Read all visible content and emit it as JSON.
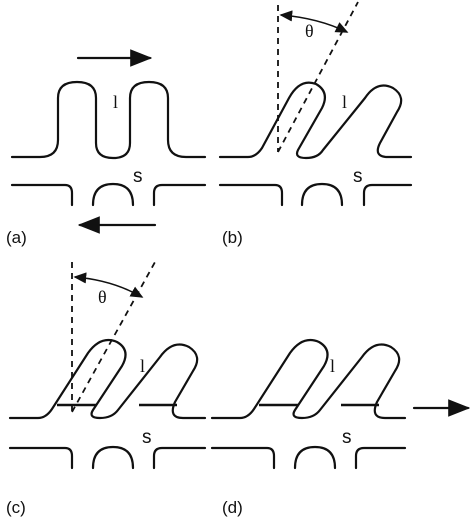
{
  "panels": {
    "a": {
      "caption": "(a)",
      "liquid": "l",
      "solid": "s"
    },
    "b": {
      "caption": "(b)",
      "liquid": "l",
      "solid": "s",
      "angle": "θ"
    },
    "c": {
      "caption": "(c)",
      "liquid": "l",
      "solid": "s",
      "angle": "θ"
    },
    "d": {
      "caption": "(d)",
      "liquid": "l",
      "solid": "s"
    }
  }
}
